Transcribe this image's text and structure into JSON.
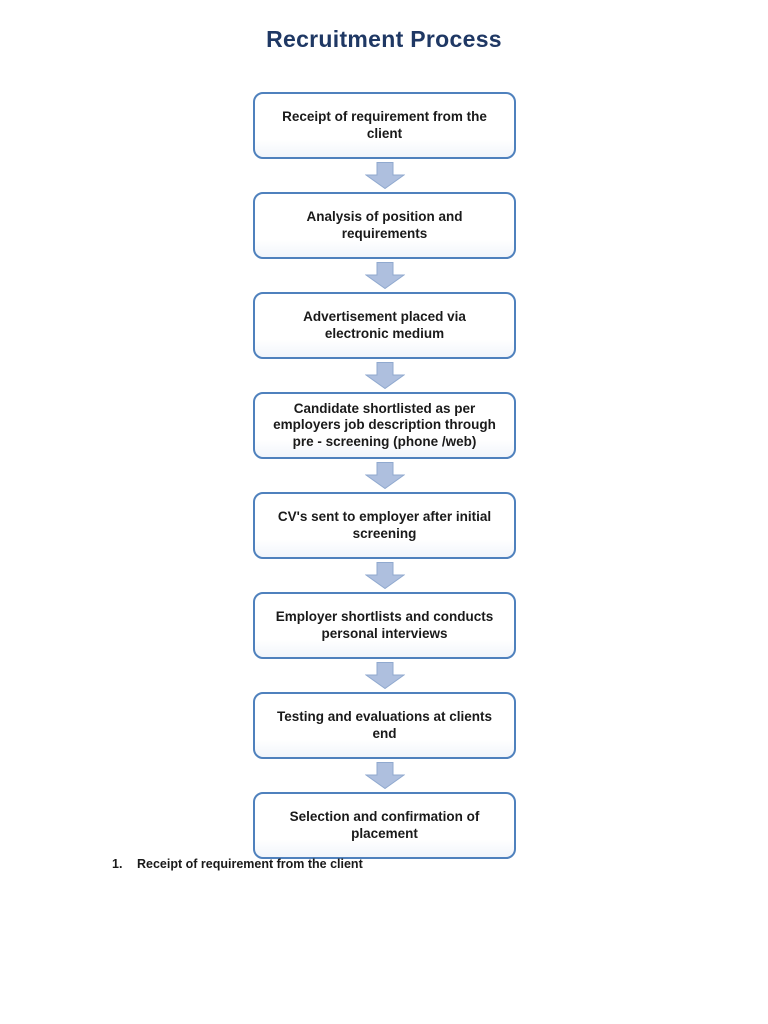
{
  "title": "Recruitment Process",
  "colors": {
    "title-color": "#1F3864",
    "box-border": "#4F81BD",
    "arrow-fill": "#AEBFDE",
    "arrow-stroke": "#90A9CF",
    "text-color": "#1a1a1a"
  },
  "flow": {
    "steps": [
      {
        "label": "Receipt of requirement from the\nclient"
      },
      {
        "label": "Analysis of position and\nrequirements"
      },
      {
        "label": "Advertisement placed via\nelectronic medium"
      },
      {
        "label": "Candidate shortlisted as per\nemployers job description through\npre - screening (phone /web)"
      },
      {
        "label": "CV's sent to employer after initial\nscreening"
      },
      {
        "label": "Employer shortlists and conducts\npersonal interviews"
      },
      {
        "label": "Testing and evaluations at clients\nend"
      },
      {
        "label": "Selection and confirmation of\nplacement"
      }
    ]
  },
  "footer_list": {
    "items": [
      {
        "number": "1.",
        "text": "Receipt of requirement from the client"
      }
    ]
  }
}
